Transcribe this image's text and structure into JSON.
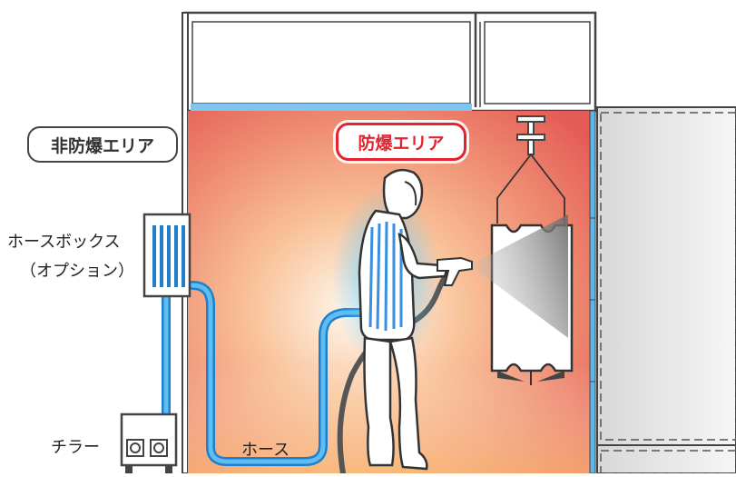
{
  "labels": {
    "non_explosion_area": "非防爆エリア",
    "explosion_area": "防爆エリア",
    "hose_box_line1": "ホースボックス",
    "hose_box_line2": "（オプション）",
    "chiller": "チラー",
    "hose": "ホース"
  },
  "colors": {
    "hazard_red": "#e32330",
    "cooling_blue": "#4aa3df",
    "frame": "#444444"
  }
}
